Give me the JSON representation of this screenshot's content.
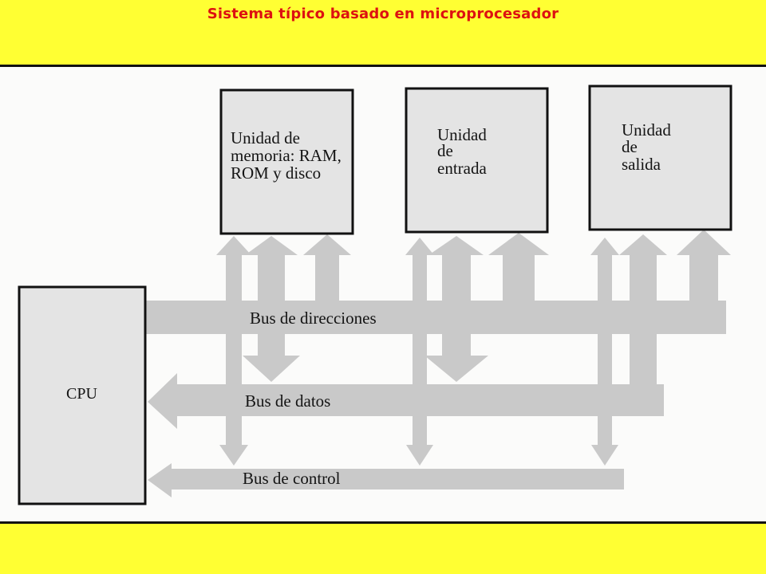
{
  "header": {
    "title": "Sistema típico basado en microprocesador"
  },
  "diagram": {
    "units": {
      "memory": [
        "Unidad de",
        "memoria: RAM,",
        "ROM y disco"
      ],
      "input": [
        "Unidad",
        "de",
        "entrada"
      ],
      "output": [
        "Unidad",
        "de",
        "salida"
      ],
      "cpu": "CPU"
    },
    "buses": {
      "address": "Bus de direcciones",
      "data": "Bus de datos",
      "control": "Bus de control"
    }
  },
  "colors": {
    "header_bg": "#ffff33",
    "title": "#dd1111",
    "bus_gray": "#c9c9c9",
    "box_fill": "#e4e4e4"
  }
}
